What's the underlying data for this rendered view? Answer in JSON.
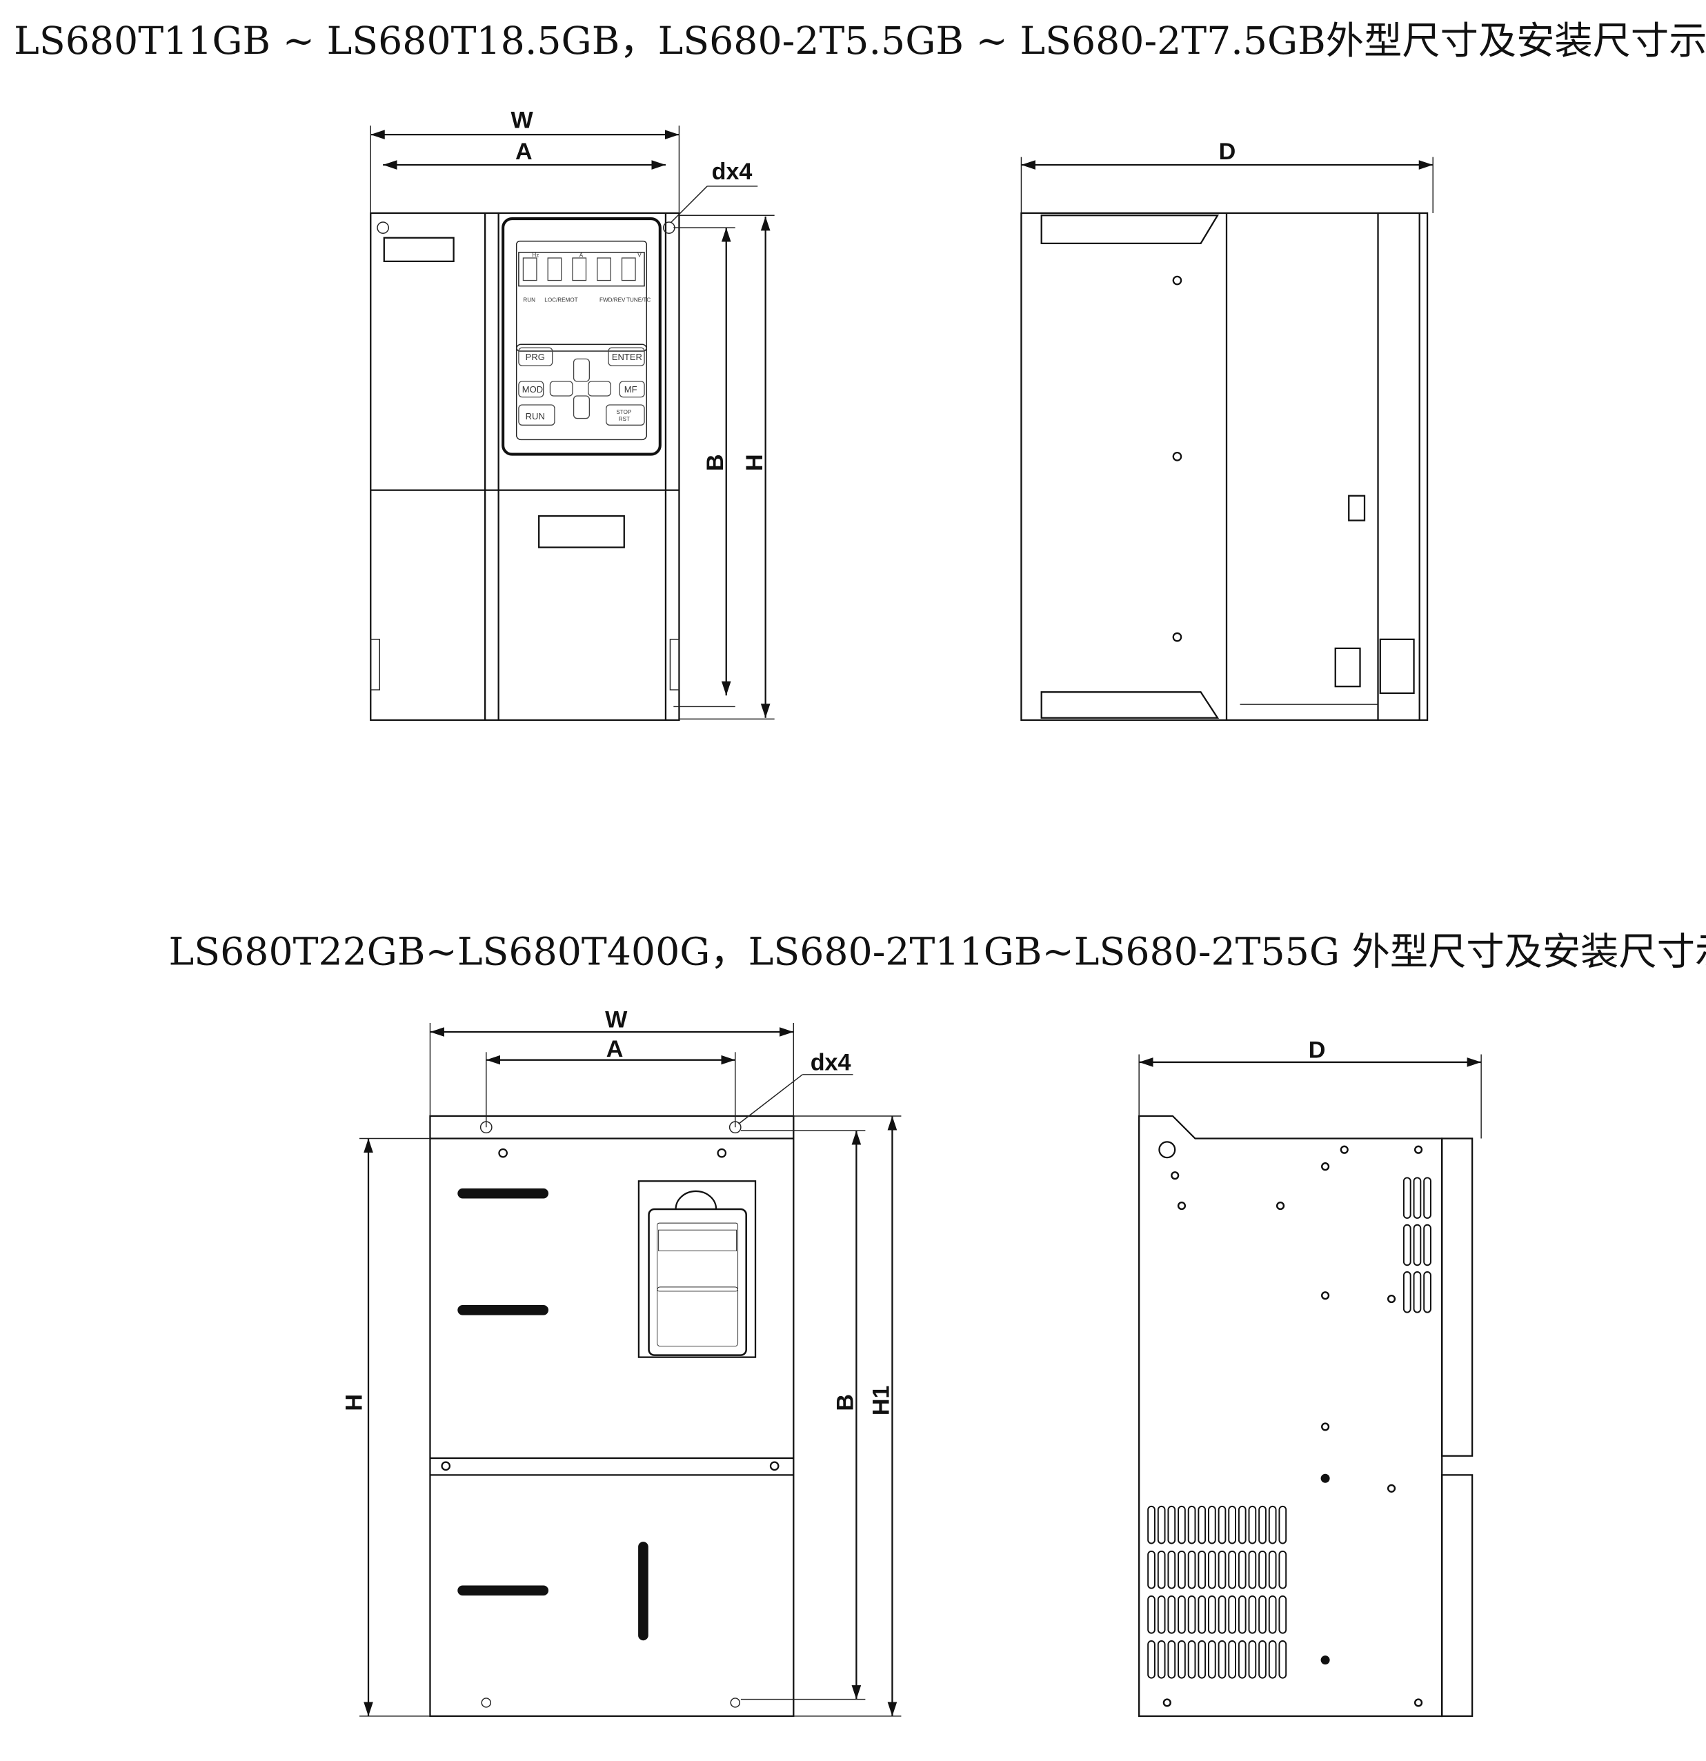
{
  "titles": {
    "top": "LS680T11GB ~ LS680T18.5GB，LS680-2T5.5GB ~ LS680-2T7.5GB外型尺寸及安装尺寸示意图",
    "bottom": "LS680T22GB~LS680T400G，LS680-2T11GB~LS680-2T55G 外型尺寸及安装尺寸示意图"
  },
  "dims": {
    "W": "W",
    "A": "A",
    "D": "D",
    "H": "H",
    "B": "B",
    "H1": "H1",
    "hole": "dx4"
  },
  "keypad": {
    "prg": "PRG",
    "enter": "ENTER",
    "mod": "MOD",
    "mf": "MF",
    "run": "RUN",
    "stop": "STOP",
    "rst": "RST",
    "led_run": "RUN",
    "led_local": "LOC/REMOT",
    "led_fwd": "FWD/REV",
    "led_tune": "TUNE/TC",
    "unit_hz": "Hz",
    "unit_a": "A",
    "unit_v": "V"
  }
}
